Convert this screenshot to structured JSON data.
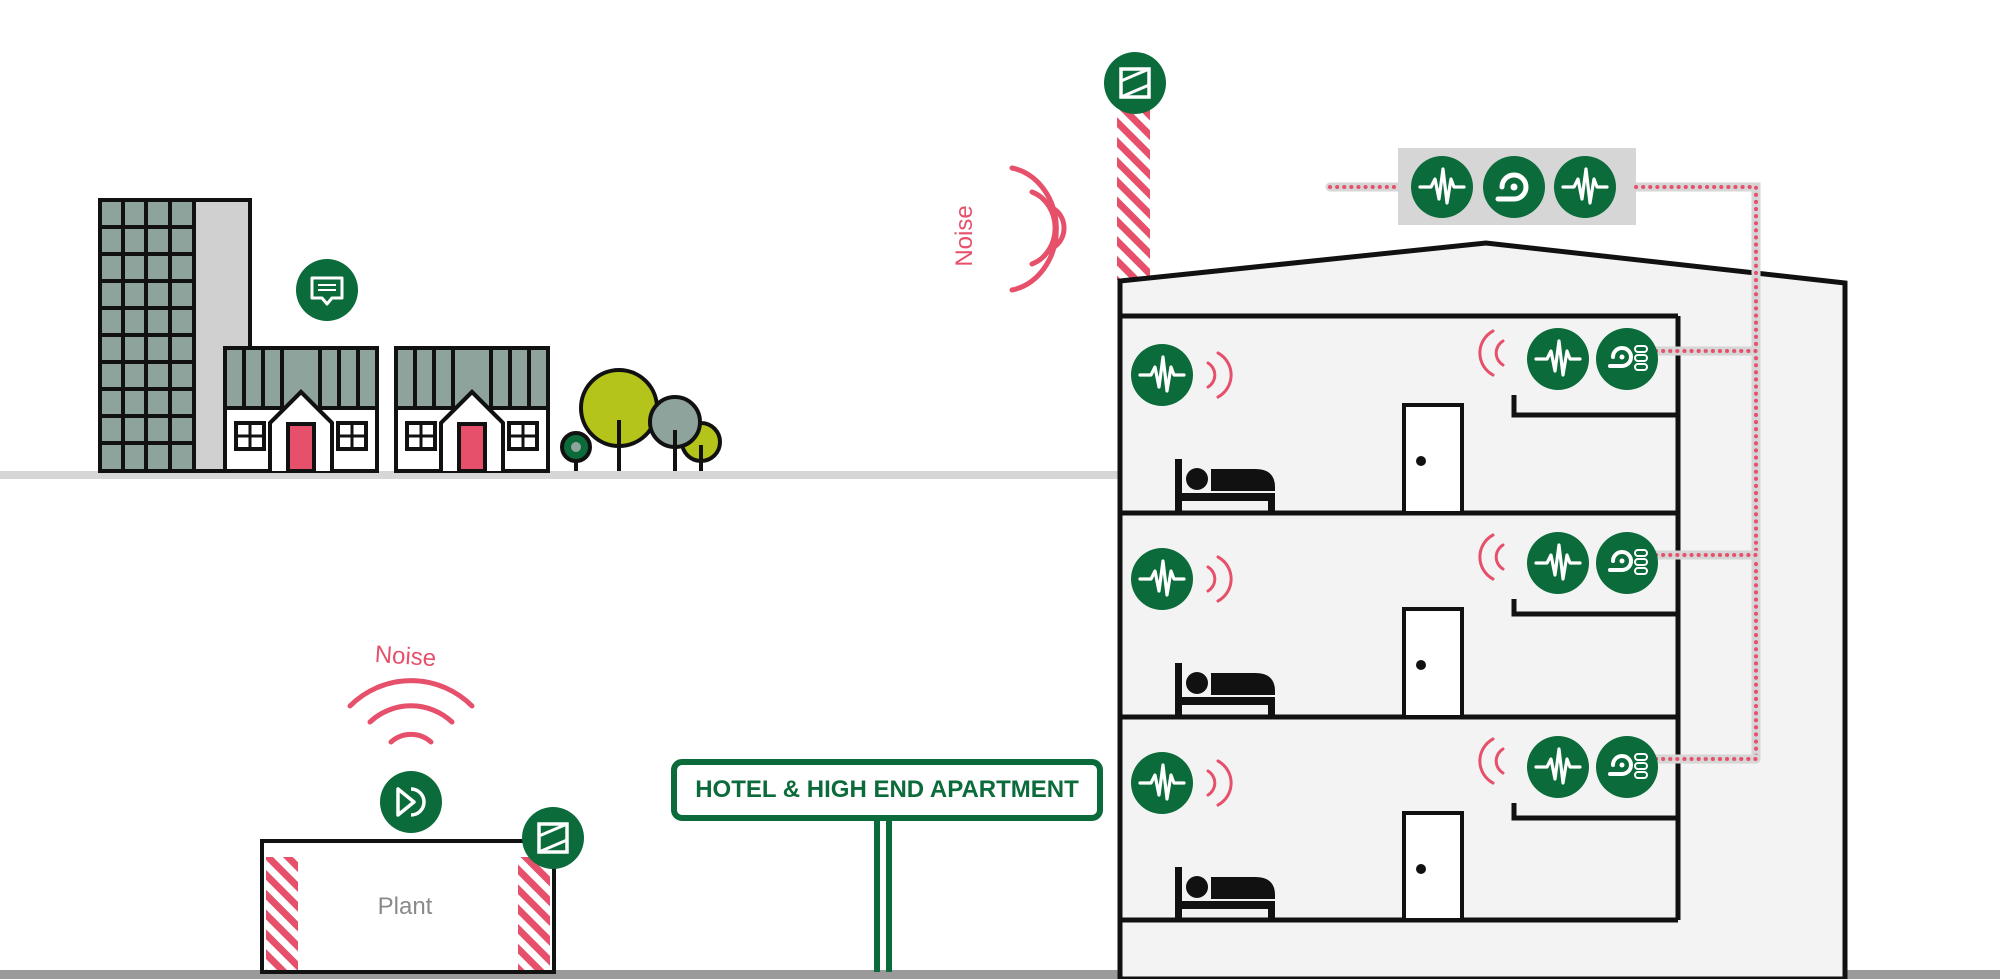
{
  "labels": {
    "noise_top": "Noise",
    "noise_bottom": "Noise",
    "sign": "HOTEL & HIGH END APARTMENT",
    "plant": "Plant"
  },
  "icons": {
    "monitor": "vibration-waveform-icon",
    "fan": "fan-icon",
    "fan_heater": "fan-coil-icon",
    "damper": "flue-damper-icon",
    "speech": "speech-bubble-icon",
    "pump": "pump-icon",
    "bed": "bed-icon",
    "door": "door-icon"
  },
  "colors": {
    "brand_green": "#0B6B3A",
    "noise_pink": "#E6506B",
    "glass": "#8FA39D",
    "tree_lime": "#B5C41A",
    "tree_gray": "#8FA39D",
    "building_fill": "#F3F3F3",
    "ground": "#D6D6D6",
    "ground_dark": "#9A9A9A"
  }
}
